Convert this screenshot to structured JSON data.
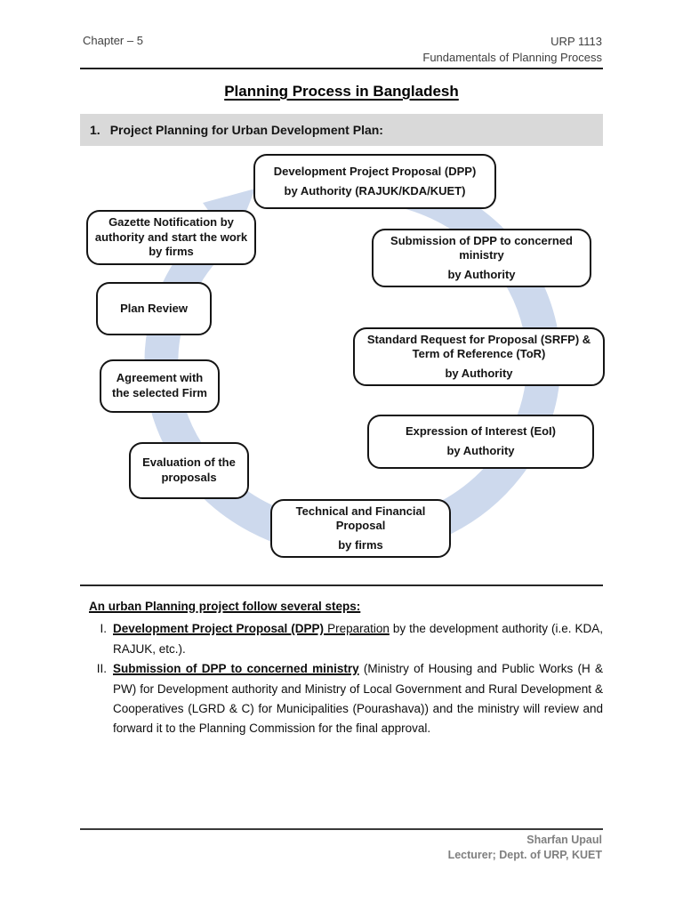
{
  "header": {
    "chapter": "Chapter – 5",
    "course_code": "URP 1113",
    "course_title": "Fundamentals of Planning Process"
  },
  "title": "Planning Process in Bangladesh",
  "section_banner": {
    "number": "1.",
    "label": "Project Planning for Urban Development Plan:",
    "bg_color": "#d9d9d9"
  },
  "diagram": {
    "arc_color": "#cdd9ed",
    "nodes": [
      {
        "main": "Development Project Proposal (DPP)",
        "sub": "by Authority (RAJUK/KDA/KUET)"
      },
      {
        "main": "Submission of DPP to concerned ministry",
        "sub": "by Authority"
      },
      {
        "main": "Standard Request for Proposal (SRFP) & Term of Reference (ToR)",
        "sub": "by Authority"
      },
      {
        "main": "Expression of Interest (EoI)",
        "sub": "by Authority"
      },
      {
        "main": "Technical and Financial Proposal",
        "sub": "by firms"
      },
      {
        "main": "Evaluation of the proposals",
        "sub": ""
      },
      {
        "main": "Agreement with the selected Firm",
        "sub": ""
      },
      {
        "main": "Plan Review",
        "sub": ""
      },
      {
        "main": "Gazette Notification by authority and start the work by firms",
        "sub": ""
      }
    ]
  },
  "steps": {
    "heading": "An urban Planning project follow several steps:",
    "items": [
      {
        "numeral": "I.",
        "lead_bold": "Development Project Proposal (DPP)",
        "lead_underline": " Preparation",
        "body": " by the development authority (i.e. KDA, RAJUK, etc.)."
      },
      {
        "numeral": "II.",
        "lead_bold": "Submission of DPP to concerned ministry",
        "lead_underline": "",
        "body": " (Ministry of Housing and Public Works (H & PW) for Development authority and Ministry of Local Government and Rural Development & Cooperatives (LGRD & C) for Municipalities (Pourashava)) and the ministry will review and forward it to the Planning Commission for the final approval."
      }
    ]
  },
  "footer": {
    "author": "Sharfan Upaul",
    "role": "Lecturer; Dept. of URP, KUET"
  }
}
